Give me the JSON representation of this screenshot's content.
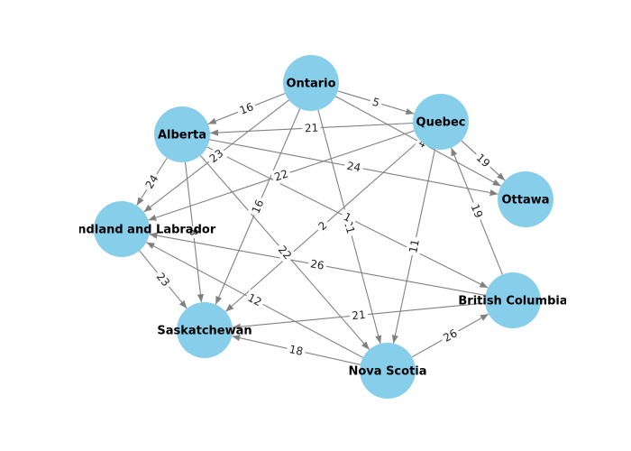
{
  "graph": {
    "node_color": "#87ceeb",
    "edge_color": "#808080",
    "nodes": [
      {
        "id": "ontario",
        "label": "Ontario"
      },
      {
        "id": "quebec",
        "label": "Quebec"
      },
      {
        "id": "alberta",
        "label": "Alberta"
      },
      {
        "id": "ottawa",
        "label": "Ottawa"
      },
      {
        "id": "nl",
        "label": "Newfoundland and Labrador"
      },
      {
        "id": "bc",
        "label": "British Columbia"
      },
      {
        "id": "sask",
        "label": "Saskatchewan"
      },
      {
        "id": "ns",
        "label": "Nova Scotia"
      }
    ],
    "edges": [
      {
        "from": "ontario",
        "to": "quebec",
        "label": "5"
      },
      {
        "from": "ontario",
        "to": "alberta",
        "label": "16"
      },
      {
        "from": "ontario",
        "to": "ottawa",
        "label": "4"
      },
      {
        "from": "ontario",
        "to": "nl",
        "label": "23"
      },
      {
        "from": "ontario",
        "to": "sask",
        "label": "16"
      },
      {
        "from": "ontario",
        "to": "ns",
        "label": "21"
      },
      {
        "from": "quebec",
        "to": "alberta",
        "label": "21"
      },
      {
        "from": "quebec",
        "to": "ottawa",
        "label": "19"
      },
      {
        "from": "quebec",
        "to": "nl",
        "label": "22"
      },
      {
        "from": "quebec",
        "to": "sask",
        "label": "2"
      },
      {
        "from": "quebec",
        "to": "ns",
        "label": "11"
      },
      {
        "from": "alberta",
        "to": "ottawa",
        "label": "24"
      },
      {
        "from": "alberta",
        "to": "nl",
        "label": "24"
      },
      {
        "from": "alberta",
        "to": "sask",
        "label": "8"
      },
      {
        "from": "alberta",
        "to": "bc",
        "label": "1"
      },
      {
        "from": "alberta",
        "to": "ns",
        "label": "22"
      },
      {
        "from": "nl",
        "to": "sask",
        "label": "23"
      },
      {
        "from": "bc",
        "to": "nl",
        "label": "26"
      },
      {
        "from": "bc",
        "to": "quebec",
        "label": "19"
      },
      {
        "from": "bc",
        "to": "sask",
        "label": "21"
      },
      {
        "from": "ns",
        "to": "nl",
        "label": "12"
      },
      {
        "from": "ns",
        "to": "sask",
        "label": "18"
      },
      {
        "from": "ns",
        "to": "bc",
        "label": "26"
      }
    ]
  }
}
